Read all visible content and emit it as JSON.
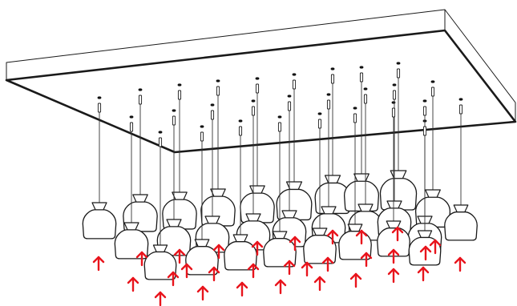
{
  "diagram": {
    "subject": "ceiling-panel-with-pendant-lamp-cluster",
    "pendant_count": 28,
    "arrow_count": 30,
    "colors": {
      "line": "#1a1a1a",
      "arrow": "#e8141c",
      "background": "#ffffff"
    },
    "icons": {
      "lamp": "pendant-lamp-icon",
      "arrow": "up-arrow-icon"
    }
  }
}
